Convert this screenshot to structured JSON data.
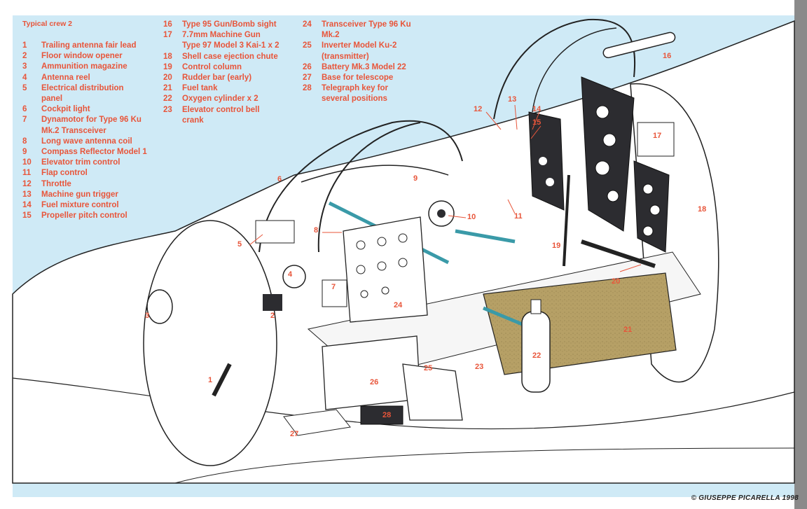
{
  "diagram": {
    "legend_title": "Typical crew 2",
    "legend": [
      {
        "n": "1",
        "label": "Trailing antenna fair lead"
      },
      {
        "n": "2",
        "label": "Floor window opener"
      },
      {
        "n": "3",
        "label": "Ammunition magazine"
      },
      {
        "n": "4",
        "label": "Antenna reel"
      },
      {
        "n": "5",
        "label": "Electrical distribution\npanel"
      },
      {
        "n": "6",
        "label": "Cockpit light"
      },
      {
        "n": "7",
        "label": "Dynamotor for Type 96 Ku\nMk.2 Transceiver"
      },
      {
        "n": "8",
        "label": "Long wave antenna coil"
      },
      {
        "n": "9",
        "label": "Compass Reflector Model 1"
      },
      {
        "n": "10",
        "label": "Elevator trim control"
      },
      {
        "n": "11",
        "label": "Flap control"
      },
      {
        "n": "12",
        "label": "Throttle"
      },
      {
        "n": "13",
        "label": "Machine gun trigger"
      },
      {
        "n": "14",
        "label": "Fuel mixture control"
      },
      {
        "n": "15",
        "label": "Propeller pitch control"
      },
      {
        "n": "16",
        "label": "Type 95 Gun/Bomb sight"
      },
      {
        "n": "17",
        "label": "7.7mm Machine Gun\nType 97 Model 3 Kai-1 x 2"
      },
      {
        "n": "18",
        "label": "Shell case ejection chute"
      },
      {
        "n": "19",
        "label": "Control column"
      },
      {
        "n": "20",
        "label": "Rudder bar (early)"
      },
      {
        "n": "21",
        "label": "Fuel tank"
      },
      {
        "n": "22",
        "label": "Oxygen cylinder x 2"
      },
      {
        "n": "23",
        "label": "Elevator control bell\ncrank"
      },
      {
        "n": "24",
        "label": "Transceiver Type 96 Ku\nMk.2"
      },
      {
        "n": "25",
        "label": "Inverter Model Ku-2\n(transmitter)"
      },
      {
        "n": "26",
        "label": "Battery Mk.3 Model 22"
      },
      {
        "n": "27",
        "label": "Base for telescope"
      },
      {
        "n": "28",
        "label": "Telegraph key for\nseveral positions"
      }
    ],
    "credit": "© GIUSEPPE PICARELLA 1998",
    "colors": {
      "background": "#cfeaf6",
      "accent": "#e8553a",
      "fuel_tank": "#b6a066",
      "instrument": "#2c2c30",
      "teal_rod": "#3a9aa8",
      "line": "#222222"
    }
  }
}
